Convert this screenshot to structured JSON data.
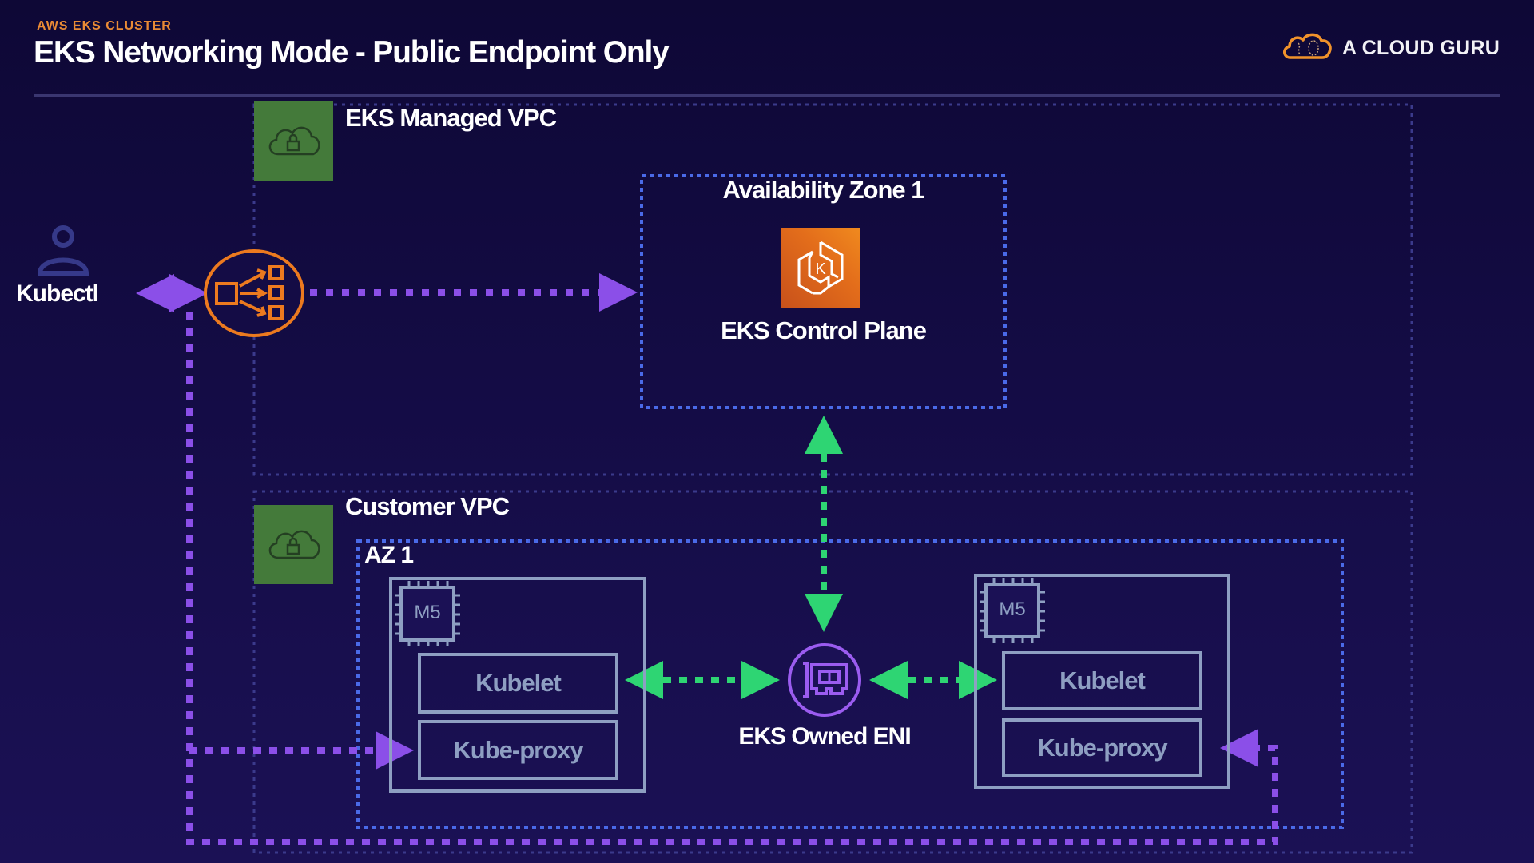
{
  "header": {
    "subtitle": "AWS EKS CLUSTER",
    "title": "EKS Networking Mode - Public Endpoint Only",
    "brand": "A CLOUD GURU"
  },
  "colors": {
    "accent_orange": "#e98a35",
    "vpc_green": "#447a3a",
    "az_border_blue": "#4a6ae8",
    "public_path_purple": "#8b4fe8",
    "eni_path_green": "#2ed573",
    "node_gray": "#8e9fc2"
  },
  "diagram": {
    "kubectl": {
      "label": "Kubectl",
      "icon": "user-icon"
    },
    "load_balancer": {
      "icon": "load-balancer-icon"
    },
    "eks_managed_vpc": {
      "label": "EKS Managed VPC",
      "icon": "vpc-cloud-lock-icon"
    },
    "control_plane_az": {
      "label": "Availability Zone 1"
    },
    "control_plane": {
      "label": "EKS Control Plane",
      "icon": "eks-icon"
    },
    "customer_vpc": {
      "label": "Customer VPC",
      "icon": "vpc-cloud-lock-icon"
    },
    "customer_az": {
      "label": "AZ 1"
    },
    "eni": {
      "label": "EKS Owned ENI",
      "icon": "network-interface-icon"
    },
    "nodes": [
      {
        "instance_type": "M5",
        "services": [
          "Kubelet",
          "Kube-proxy"
        ]
      },
      {
        "instance_type": "M5",
        "services": [
          "Kubelet",
          "Kube-proxy"
        ]
      }
    ]
  }
}
